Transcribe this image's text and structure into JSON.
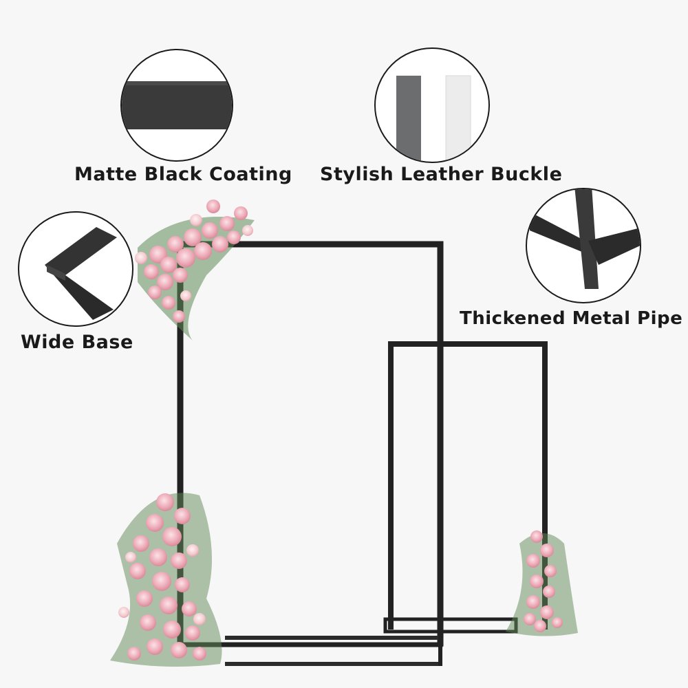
{
  "features": {
    "matte_coating": "Matte Black Coating",
    "leather_buckle": "Stylish Leather Buckle",
    "metal_pipe": "Thickened Metal Pipe",
    "wide_base": "Wide Base"
  },
  "colors": {
    "background": "#f7f7f7",
    "frame": "#222222",
    "flower_pink": "#e9a9b4",
    "leaf_green": "#4f7a4a"
  }
}
